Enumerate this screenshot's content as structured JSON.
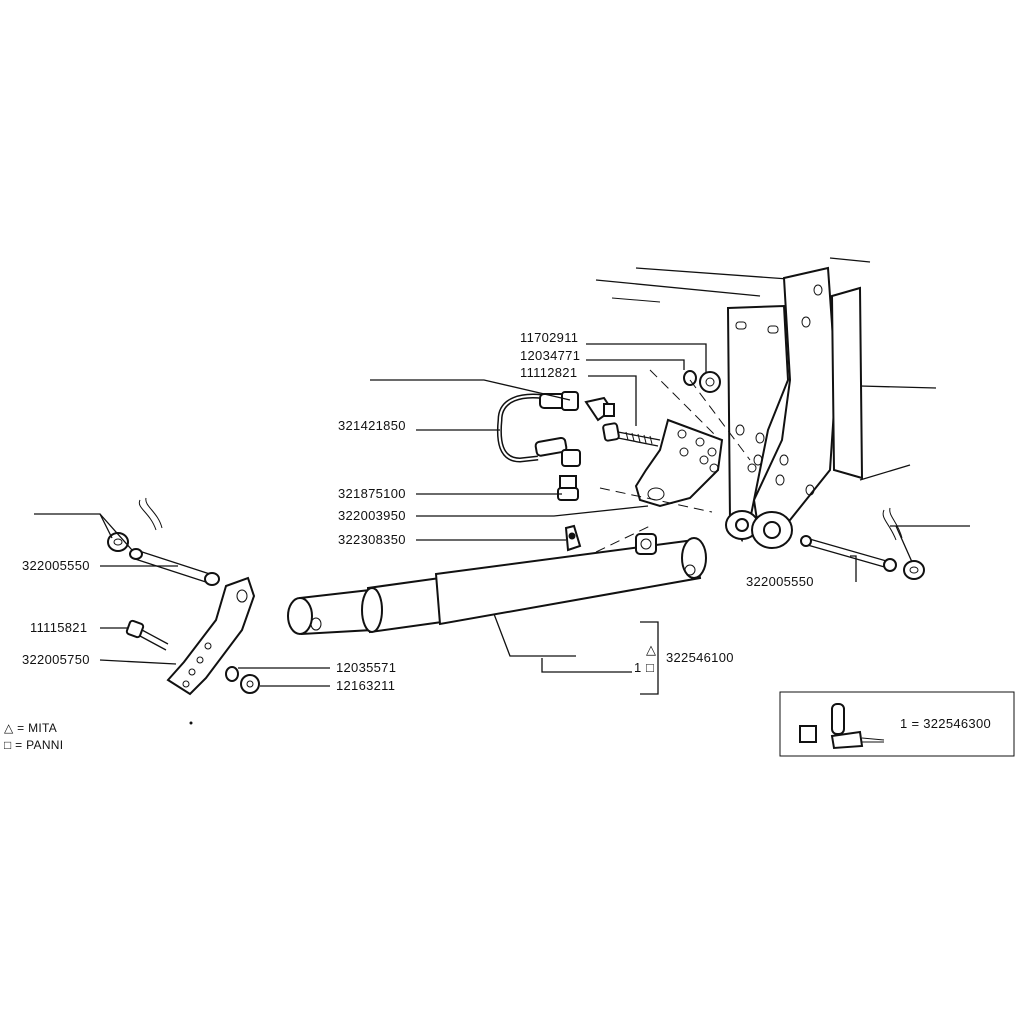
{
  "parts": {
    "p11702911": "11702911",
    "p12034771": "12034771",
    "p11112821": "11112821",
    "p321421850": "321421850",
    "p321875100": "321875100",
    "p322003950": "322003950",
    "p322308350": "322308350",
    "p322005550_left": "322005550",
    "p11115821": "11115821",
    "p322005750": "322005750",
    "p12035571": "12035571",
    "p12163211": "12163211",
    "p322546100": "322546100",
    "p322005550_right": "322005550"
  },
  "bracket": {
    "triangle": "△",
    "one": "1",
    "square": "□"
  },
  "legend": {
    "mita": "△ =  MITA",
    "panni": "□ = PANNI"
  },
  "kit": {
    "label": "1 = 322546300"
  }
}
